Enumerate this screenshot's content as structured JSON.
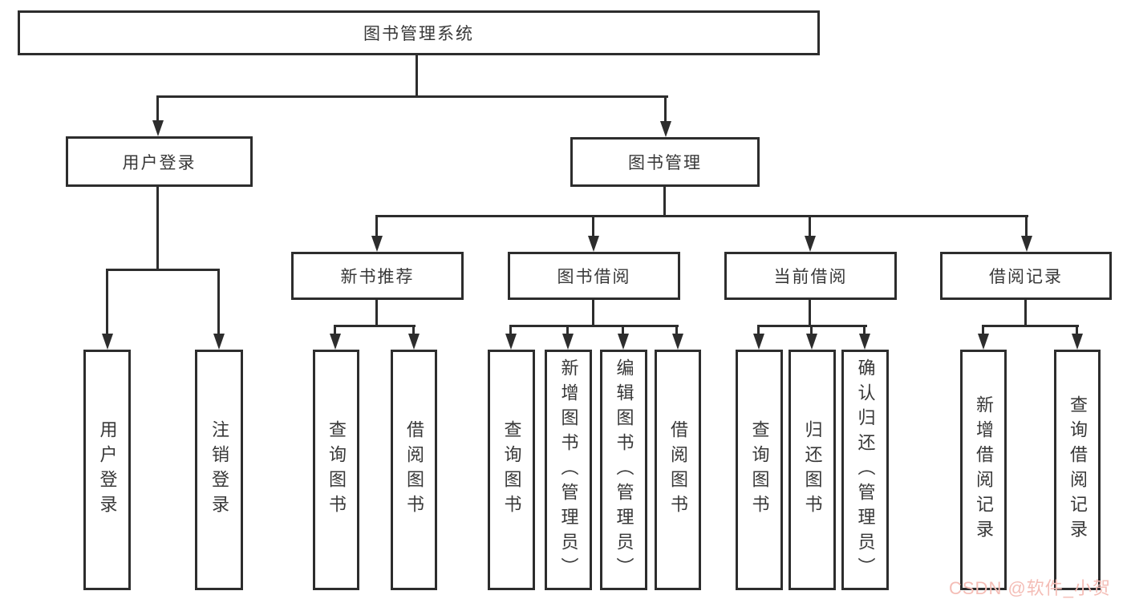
{
  "diagram_title": "图书管理系统",
  "tree": {
    "label": "图书管理系统",
    "children": [
      {
        "label": "用户登录",
        "children": [
          {
            "label": "用户登录"
          },
          {
            "label": "注销登录"
          }
        ]
      },
      {
        "label": "图书管理",
        "children": [
          {
            "label": "新书推荐",
            "children": [
              {
                "label": "查询图书"
              },
              {
                "label": "借阅图书"
              }
            ]
          },
          {
            "label": "图书借阅",
            "children": [
              {
                "label": "查询图书"
              },
              {
                "label": "新增图书（管理员）"
              },
              {
                "label": "编辑图书（管理员）"
              },
              {
                "label": "借阅图书"
              }
            ]
          },
          {
            "label": "当前借阅",
            "children": [
              {
                "label": "查询图书"
              },
              {
                "label": "归还图书"
              },
              {
                "label": "确认归还（管理员）"
              }
            ]
          },
          {
            "label": "借阅记录",
            "children": [
              {
                "label": "新增借阅记录"
              },
              {
                "label": "查询借阅记录"
              }
            ]
          }
        ]
      }
    ]
  },
  "watermark": {
    "text": "CSDN @软件_小贺同学"
  },
  "colors": {
    "line": "#2d2d2d",
    "text": "#383838",
    "background": "#ffffff",
    "watermark": "#f4bdb6"
  }
}
